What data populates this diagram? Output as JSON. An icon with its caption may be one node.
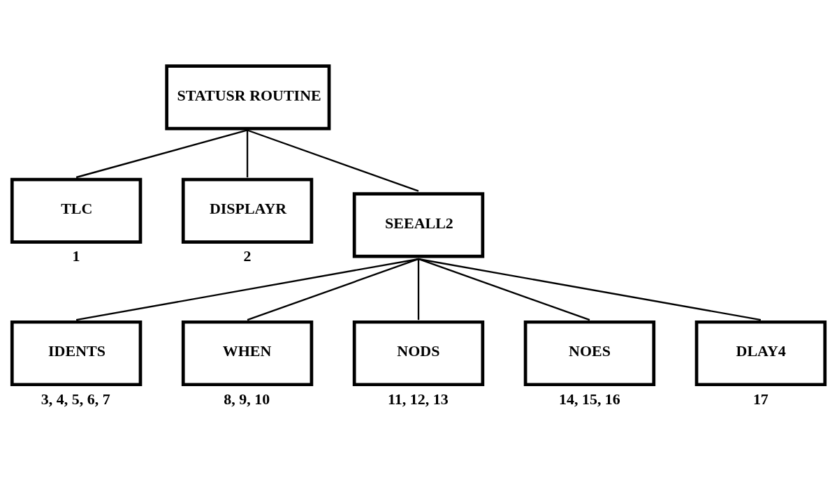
{
  "diagram": {
    "nodes": [
      {
        "text": [
          "STATUSR ROUTINE"
        ]
      },
      {
        "text": [
          "TLC"
        ],
        "beside": [
          "1"
        ]
      },
      {
        "text": [
          "DISPLAYR"
        ],
        "beside": [
          "2"
        ]
      },
      {
        "text": [
          "SEEALL2"
        ]
      },
      {
        "text": [
          "IDENTS"
        ],
        "beside": [
          "3, 4, 5, 6, 7"
        ]
      },
      {
        "text": [
          "WHEN"
        ],
        "beside": [
          "8, 9, 10"
        ]
      },
      {
        "text": [
          "NODS"
        ],
        "beside": [
          "11, 12, 13"
        ]
      },
      {
        "text": [
          "NOES"
        ],
        "beside": [
          "14, 15, 16"
        ]
      },
      {
        "text": [
          "DLAY4"
        ],
        "beside": [
          "17"
        ]
      }
    ],
    "edges": [
      {
        "from": 0,
        "to": 1,
        "arrow": "none"
      },
      {
        "from": 0,
        "to": 2,
        "arrow": "none"
      },
      {
        "from": 0,
        "to": 3,
        "arrow": "none"
      },
      {
        "from": 3,
        "to": 4,
        "arrow": "none"
      },
      {
        "from": 3,
        "to": 5,
        "arrow": "none"
      },
      {
        "from": 3,
        "to": 6,
        "arrow": "none"
      },
      {
        "from": 3,
        "to": 7,
        "arrow": "none"
      },
      {
        "from": 3,
        "to": 8,
        "arrow": "none"
      }
    ]
  }
}
